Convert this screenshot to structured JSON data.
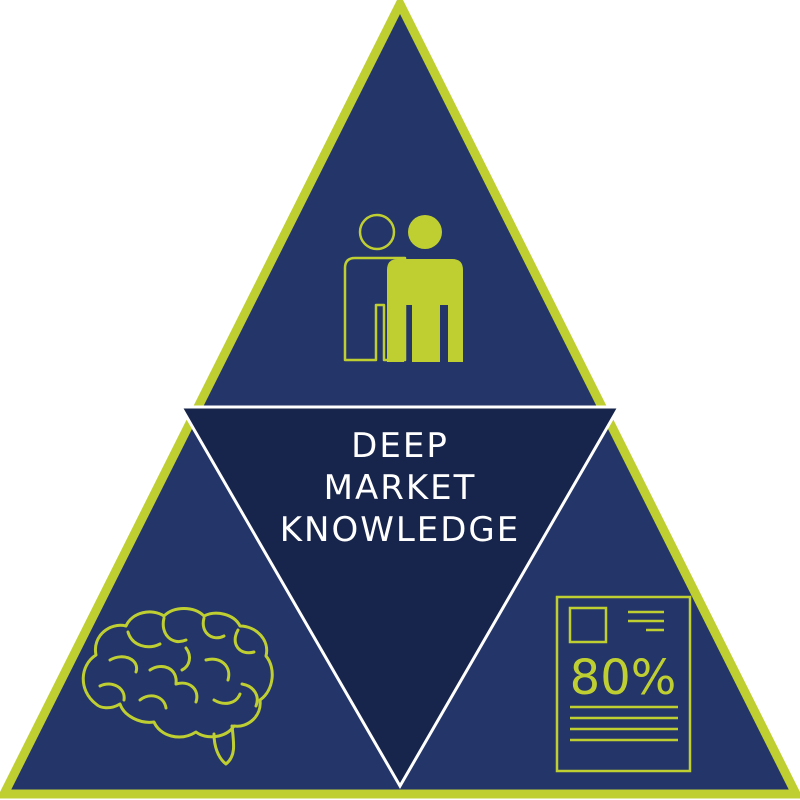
{
  "colors": {
    "navy": "#243569",
    "navy_dark": "#17244b",
    "lime": "#bfcf32",
    "white": "#ffffff"
  },
  "center": {
    "line1": "DEEP",
    "line2": "MARKET",
    "line3": "KNOWLEDGE"
  },
  "document": {
    "stat": "80%"
  },
  "icons": [
    "people-icon",
    "brain-icon",
    "document-icon"
  ]
}
